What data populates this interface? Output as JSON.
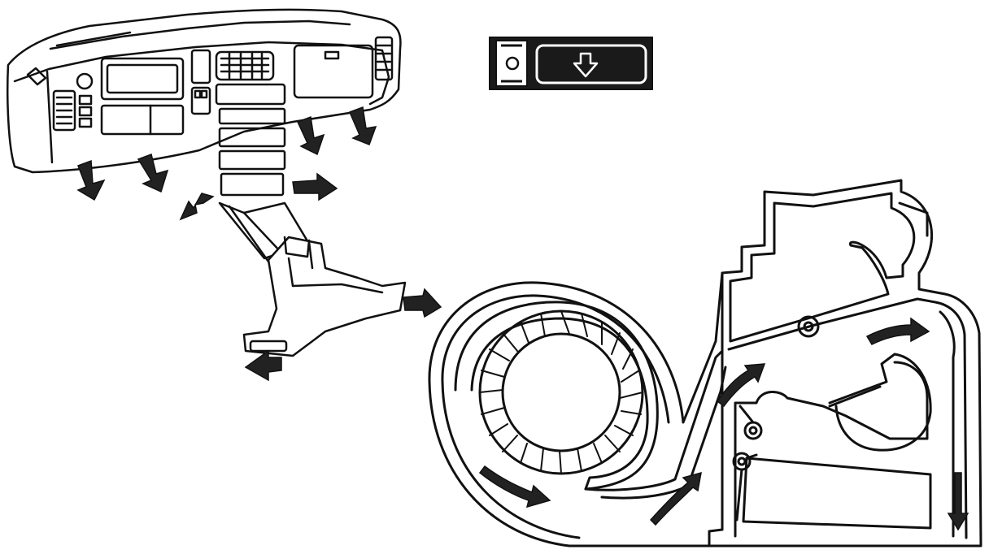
{
  "figure": {
    "ink_color": "#111111",
    "arrow_color": "#222222",
    "background": "#ffffff"
  },
  "control_indicator": {
    "icon": "arrow-down-outline-icon",
    "style": "dark panel with rounded slot and outlined down arrow"
  },
  "dashboard": {
    "outlet_arrows": [
      "left-lower",
      "center-left-lower",
      "center-lower",
      "console-right",
      "right-upper",
      "right-far"
    ],
    "floor_outlet_arrows": [
      "floor-right",
      "floor-left"
    ]
  },
  "blower_housing": {
    "flow_arrows": [
      "scroll-bottom",
      "duct-lower",
      "duct-middle",
      "upper-chamber",
      "outlet-down"
    ],
    "flap_pivots": 3
  }
}
